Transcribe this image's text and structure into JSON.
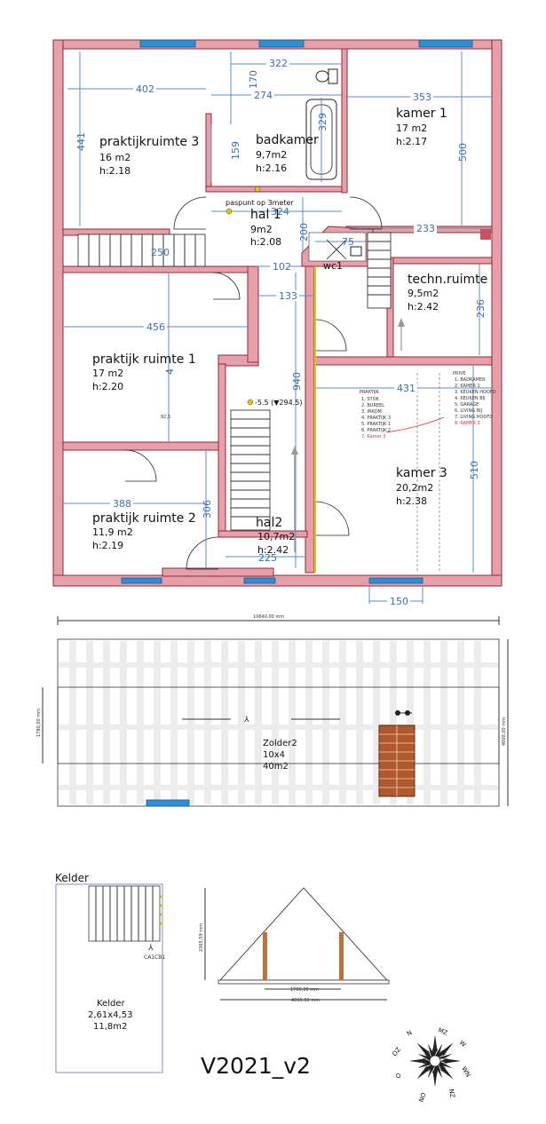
{
  "floor": {
    "rooms": {
      "praktijkruimte3": {
        "name": "praktijkruimte 3",
        "area": "16 m2",
        "height": "h:2.18"
      },
      "badkamer": {
        "name": "badkamer",
        "area": "9,7m2",
        "height": "h:2.16"
      },
      "kamer1": {
        "name": "kamer 1",
        "area": "17 m2",
        "height": "h:2.17"
      },
      "hal1": {
        "name": "hal 1",
        "area": "9m2",
        "height": "h:2.08",
        "note": "paspunt op 3meter"
      },
      "wc1": {
        "name": "wc1"
      },
      "technruimte": {
        "name": "techn.ruimte",
        "area": "9,5m2",
        "height": "h:2.42"
      },
      "praktijkruimte1": {
        "name": "praktijk ruimte 1",
        "area": "17 m2",
        "height": "h:2.20"
      },
      "kamer3": {
        "name": "kamer 3",
        "area": "20,2m2",
        "height": "h:2.38"
      },
      "praktijkruimte2": {
        "name": "praktijk ruimte 2",
        "area": "11,9 m2",
        "height": "h:2.19"
      },
      "hal2": {
        "name": "hal2",
        "area": "10,7m2",
        "height": "h:2.42"
      }
    },
    "dimensions": {
      "d322": "322",
      "d170": "170",
      "d402": "402",
      "d274": "274",
      "d353": "353",
      "d441": "441",
      "d159": "159",
      "d329": "329",
      "d500": "500",
      "d324": "324",
      "d200": "200",
      "d233": "233",
      "d75": "75",
      "d250": "250",
      "d102": "102",
      "d133": "133",
      "d236": "236",
      "d456": "456",
      "d4": "4",
      "d940": "940",
      "d431": "431",
      "d388": "388",
      "d306": "306",
      "d225": "225",
      "d510": "510",
      "d150": "150",
      "d925": "92,5"
    },
    "level_marker": "-5.5 (▼294.5)",
    "legend_praktijk": {
      "title": "PRAKTIJK",
      "items": [
        "1. STOK",
        "2. BUREEL",
        "3. INKOM",
        "4. PRAKTIJK 3",
        "5. PRAKTIJK 1",
        "6. PRAKTIJK 2"
      ],
      "highlight": "7. Kamer 3"
    },
    "legend_prive": {
      "title": "PRIVE",
      "items": [
        "1. BADKAMER",
        "2. KAMER 1",
        "3. KEUKEN HOOFD",
        "4. KEUKEN BIJ",
        "5. GARAGE",
        "6. LIVING BIJ",
        "7. LIVING HOOFD"
      ],
      "highlight": "8. KAMER 3"
    }
  },
  "zolder": {
    "width_label": "10640,00 mm",
    "depth_label": "4000,00 mm",
    "side_label": "1780,00 mm",
    "name": "Zolder2",
    "size": "10x4",
    "area": "40m2"
  },
  "kelder": {
    "title": "Kelder",
    "label": "CA1CB1",
    "name": "Kelder",
    "size": "2,61x4,53",
    "area": "11,8m2"
  },
  "section": {
    "height_label": "2365,59 mm",
    "inner_label": "1780,00 mm",
    "base_label": "4000,00 mm"
  },
  "version": "V2021_v2",
  "compass": {
    "labels": [
      "N",
      "MZ",
      "W",
      "WN",
      "NZ",
      "ON",
      "O",
      "OZ"
    ]
  }
}
